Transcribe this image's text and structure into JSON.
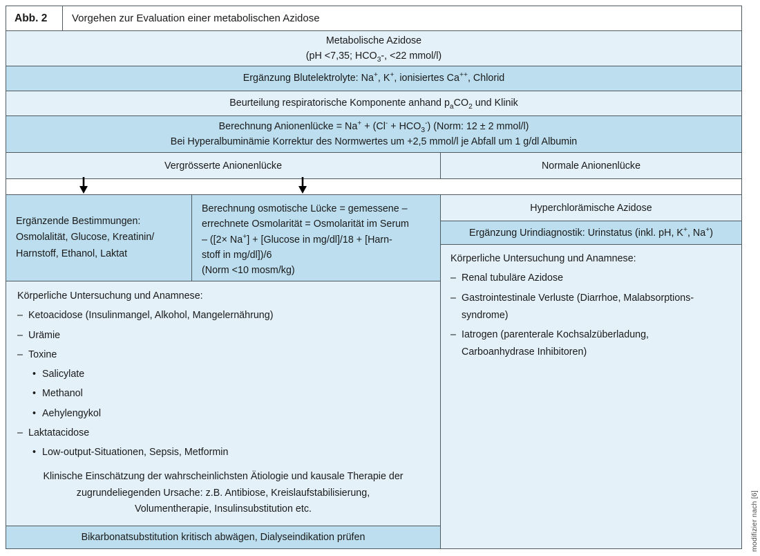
{
  "figure": {
    "tag": "Abb. 2",
    "caption": "Vorgehen zur Evaluation einer metabolischen Azidose",
    "credit": "modifizier nach [6]"
  },
  "colors": {
    "band_light": "#e4f1f9",
    "band_dark": "#bcdeee",
    "border": "#4e5a5f",
    "page_background": "#ffffff",
    "text": "#1a1a1a"
  },
  "flow": {
    "diagnosis": {
      "line1": "Metabolische Azidose",
      "line2_prefix": "(pH <7,35; HCO",
      "line2_sub": "3",
      "line2_suffix": "-, <22 mmol/l)"
    },
    "electrolytes": {
      "prefix": "Ergänzung Blutelektrolyte: Na",
      "sup1": "+",
      "mid1": ", K",
      "sup2": "+",
      "mid2": ", ionisiertes Ca",
      "sup3": "++",
      "suffix": ", Chlorid"
    },
    "respiratory": {
      "prefix": "Beurteilung respiratorische Komponente anhand p",
      "sub1": "a",
      "mid": "CO",
      "sub2": "2",
      "suffix": " und Klinik"
    },
    "anion_gap": {
      "line1_a": "Berechnung Anionenlücke = Na",
      "line1_sup1": "+",
      "line1_b": " + (Cl",
      "line1_sup2": "-",
      "line1_c": " + HCO",
      "line1_sub": "3",
      "line1_sup3": "-",
      "line1_d": ") (Norm: 12 ± 2 mmol/l)",
      "line2": "Bei Hyperalbuminämie Korrektur des Normwertes um +2,5 mmol/l je Abfall um 1 g/dl Albumin"
    },
    "split": {
      "left_label": "Vergrösserte Anionenlücke",
      "right_label": "Normale Anionenlücke"
    },
    "arrows": [
      {
        "name": "arrow-down-left",
        "glyph": "down-arrow-icon"
      },
      {
        "name": "arrow-down-middle",
        "glyph": "down-arrow-icon"
      }
    ]
  },
  "left_branch": {
    "determinations": {
      "line1": "Ergänzende Bestimmungen:",
      "line2": "Osmolalität, Glucose, Kreatinin/",
      "line3": "Harnstoff, Ethanol, Laktat"
    },
    "osmotic_gap": {
      "line1": "Berechnung osmotische Lücke = gemessene –",
      "line2": "errechnete Osmolarität = Osmolarität im Serum",
      "line3_a": "– ([2× Na",
      "line3_sup": "+",
      "line3_b": "] + [Glucose in mg/dl]/18 + [Harn-",
      "line4": "stoff in mg/dl])/6",
      "line5": "(Norm <10 mosm/kg)"
    },
    "examination": {
      "heading": "Körperliche Untersuchung und Anamnese:",
      "items": [
        {
          "dash": "–",
          "label": "Ketoacidose (Insulinmangel, Alkohol, Mangelernährung)",
          "subitems": []
        },
        {
          "dash": "–",
          "label": "Urämie",
          "subitems": []
        },
        {
          "dash": "–",
          "label": "Toxine",
          "subitems": [
            "Salicylate",
            "Methanol",
            "Aehylengykol"
          ]
        },
        {
          "dash": "–",
          "label": "Laktatacidose",
          "subitems": [
            "Low-output-Situationen, Sepsis, Metformin"
          ]
        }
      ],
      "bullet": "•"
    },
    "closing": {
      "line1": "Klinische Einschätzung der wahrscheinlichsten Ätiologie und kausale Therapie der",
      "line2": "zugrundeliegenden Ursache: z.B. Antibiose, Kreislaufstabilisierung,",
      "line3": "Volumentherapie, Insulinsubstitution etc."
    },
    "bicarbonate": "Bikarbonatsubstitution kritisch abwägen, Dialyseindikation prüfen"
  },
  "right_branch": {
    "title": "Hyperchlorämische Azidose",
    "urine": {
      "prefix": "Ergänzung Urindiagnostik: Urinstatus (inkl. pH, K",
      "sup1": "+",
      "mid": ", Na",
      "sup2": "+",
      "suffix": ")"
    },
    "examination": {
      "heading": "Körperliche Untersuchung und Anamnese:",
      "items": [
        {
          "dash": "–",
          "line1": "Renal tubuläre Azidose",
          "line2": ""
        },
        {
          "dash": "–",
          "line1": "Gastrointestinale Verluste (Diarrhoe, Malabsorptions-",
          "line2": "syndrome)"
        },
        {
          "dash": "–",
          "line1": "Iatrogen (parenterale Kochsalzüberladung,",
          "line2": "Carboanhydrase Inhibitoren)"
        }
      ]
    }
  }
}
